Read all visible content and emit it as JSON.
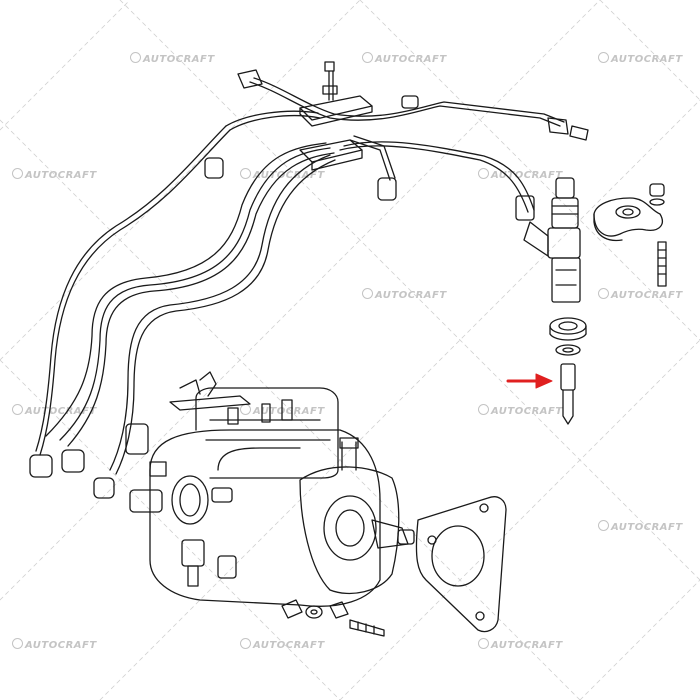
{
  "watermark": {
    "text": "AUTOCRAFT",
    "icon": "autocraft-logo-icon",
    "color": "#c4c4c4"
  },
  "diagram": {
    "subject": "Diesel fuel injection pump with injector pipes, injectors and mounting hardware",
    "highlight_arrow_color": "#e02020",
    "highlighted_part": "injector nozzle tip"
  }
}
